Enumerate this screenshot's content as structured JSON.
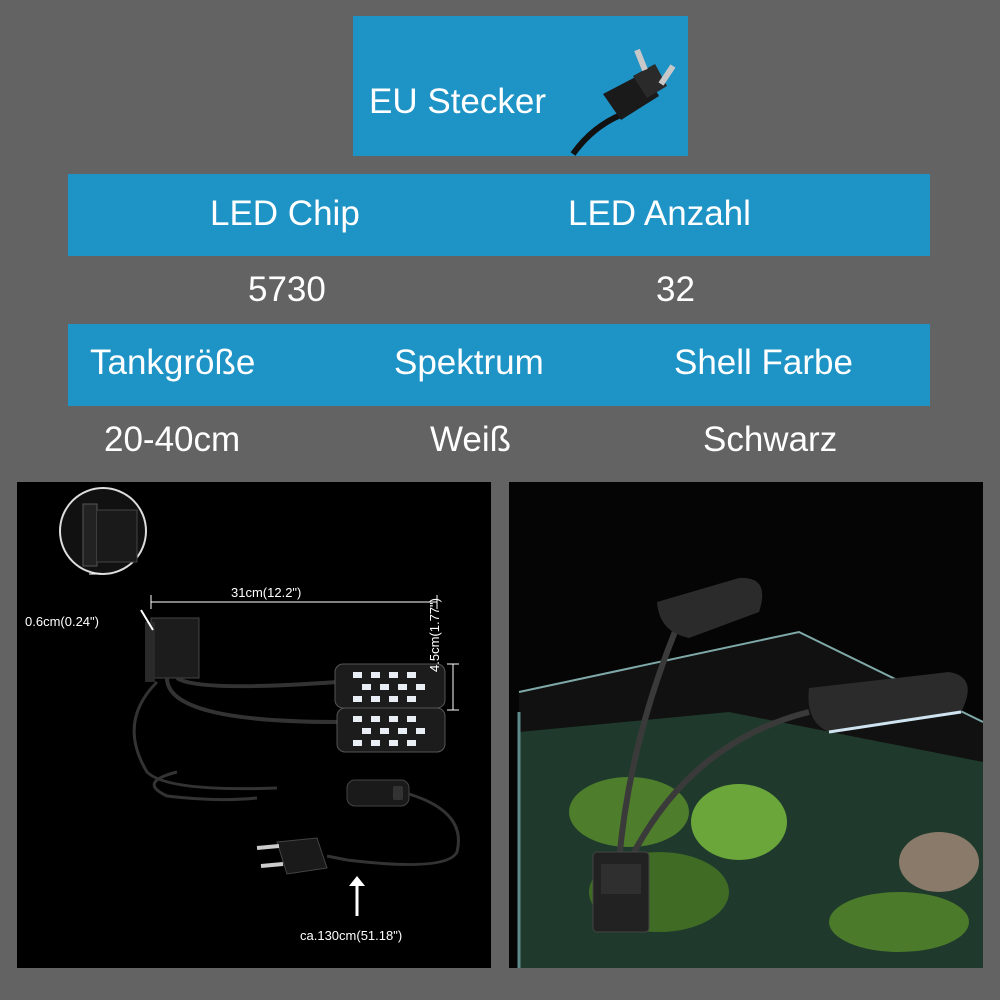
{
  "plug_banner": {
    "label": "EU Stecker",
    "icon": "eu-plug-icon"
  },
  "table1": {
    "headers": [
      "LED Chip",
      "LED Anzahl"
    ],
    "values": [
      "5730",
      "32"
    ]
  },
  "table2": {
    "headers": [
      "Tankgröße",
      "Spektrum",
      "Shell Farbe"
    ],
    "values": [
      "20-40cm",
      "Weiß",
      "Schwarz"
    ]
  },
  "dimensions": {
    "width": "31cm(12.2\")",
    "thickness": "0.6cm(0.24\")",
    "height": "4.5cm(1.77\")",
    "cable": "ca.130cm(51.18\")"
  },
  "colors": {
    "background": "#636363",
    "accent_blue": "#1e93c6",
    "text": "#ffffff"
  }
}
